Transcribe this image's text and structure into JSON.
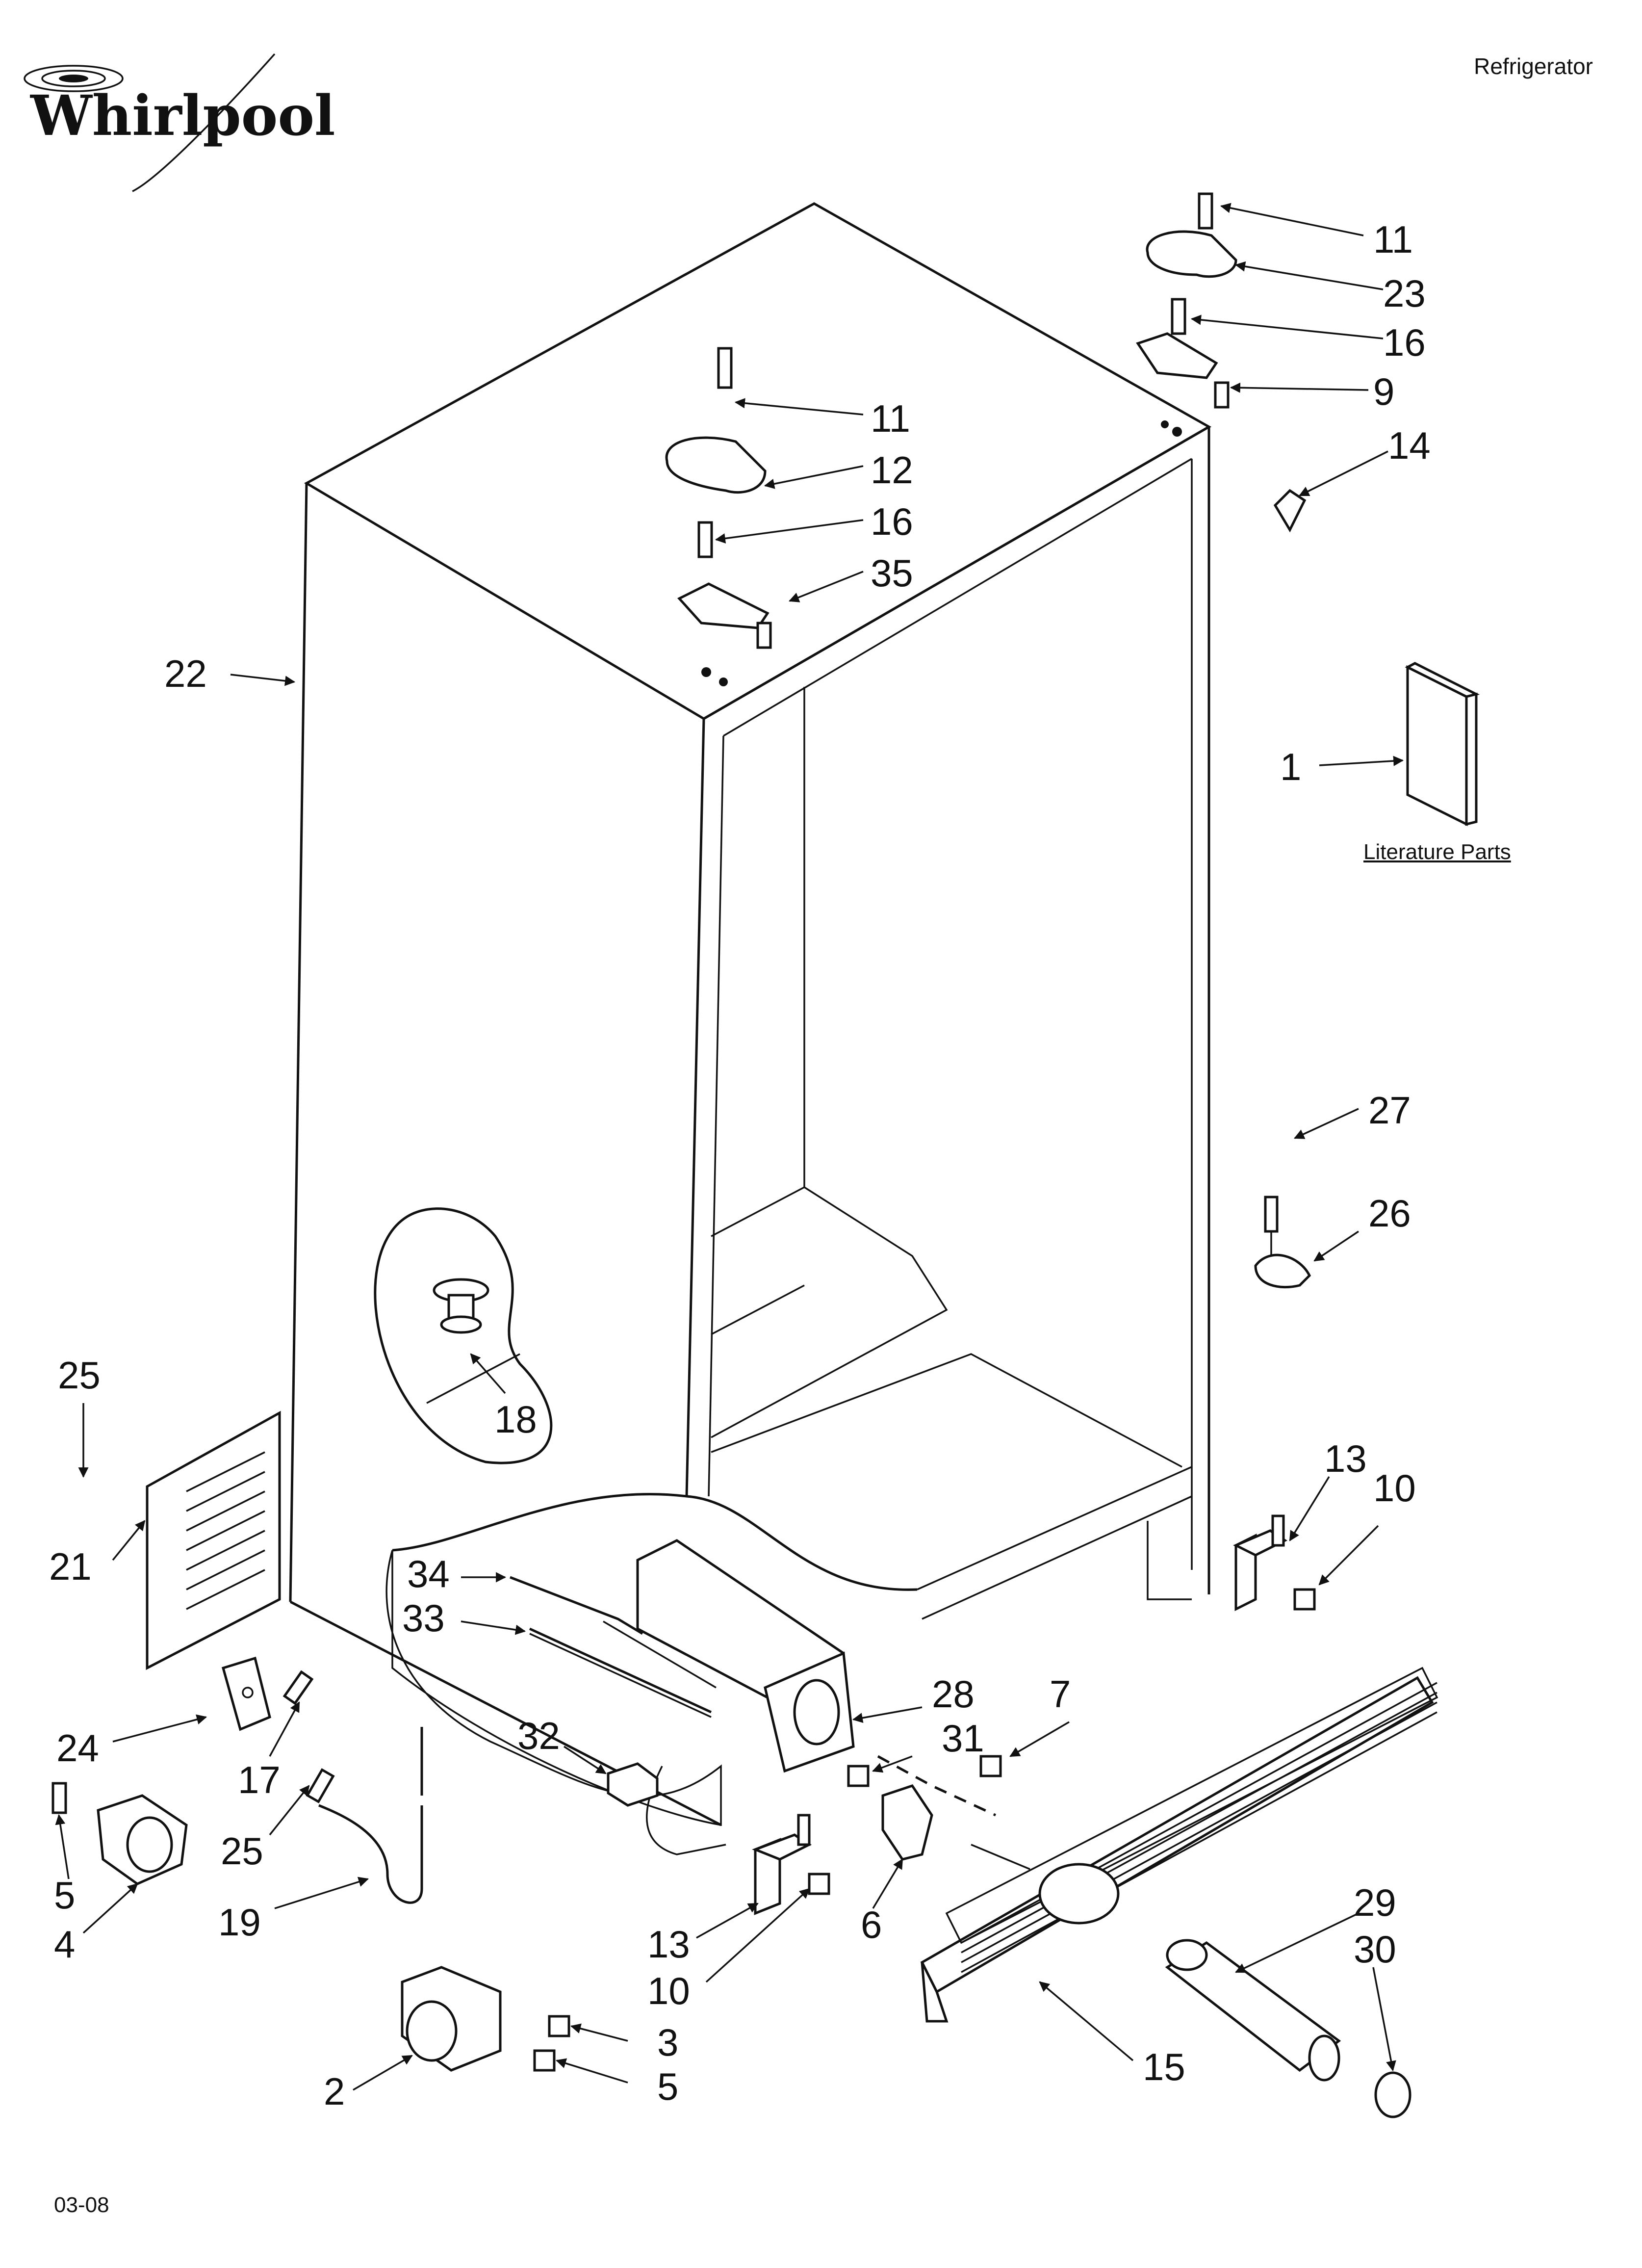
{
  "header": {
    "brand": "Whirlpool",
    "category": "Refrigerator"
  },
  "footer": {
    "code": "03-08"
  },
  "literature": {
    "label": "Literature Parts"
  },
  "callouts": [
    {
      "id": "c-11a",
      "label": "11"
    },
    {
      "id": "c-23",
      "label": "23"
    },
    {
      "id": "c-16a",
      "label": "16"
    },
    {
      "id": "c-9",
      "label": "9"
    },
    {
      "id": "c-14",
      "label": "14"
    },
    {
      "id": "c-11b",
      "label": "11"
    },
    {
      "id": "c-12",
      "label": "12"
    },
    {
      "id": "c-16b",
      "label": "16"
    },
    {
      "id": "c-35",
      "label": "35"
    },
    {
      "id": "c-22",
      "label": "22"
    },
    {
      "id": "c-1",
      "label": "1"
    },
    {
      "id": "c-27",
      "label": "27"
    },
    {
      "id": "c-26",
      "label": "26"
    },
    {
      "id": "c-25a",
      "label": "25"
    },
    {
      "id": "c-18",
      "label": "18"
    },
    {
      "id": "c-21",
      "label": "21"
    },
    {
      "id": "c-13a",
      "label": "13"
    },
    {
      "id": "c-10a",
      "label": "10"
    },
    {
      "id": "c-34",
      "label": "34"
    },
    {
      "id": "c-33",
      "label": "33"
    },
    {
      "id": "c-28",
      "label": "28"
    },
    {
      "id": "c-7",
      "label": "7"
    },
    {
      "id": "c-31",
      "label": "31"
    },
    {
      "id": "c-32",
      "label": "32"
    },
    {
      "id": "c-24",
      "label": "24"
    },
    {
      "id": "c-17",
      "label": "17"
    },
    {
      "id": "c-25b",
      "label": "25"
    },
    {
      "id": "c-19",
      "label": "19"
    },
    {
      "id": "c-5a",
      "label": "5"
    },
    {
      "id": "c-4",
      "label": "4"
    },
    {
      "id": "c-13b",
      "label": "13"
    },
    {
      "id": "c-10b",
      "label": "10"
    },
    {
      "id": "c-6",
      "label": "6"
    },
    {
      "id": "c-29",
      "label": "29"
    },
    {
      "id": "c-30",
      "label": "30"
    },
    {
      "id": "c-3",
      "label": "3"
    },
    {
      "id": "c-5b",
      "label": "5"
    },
    {
      "id": "c-2",
      "label": "2"
    },
    {
      "id": "c-15",
      "label": "15"
    }
  ]
}
